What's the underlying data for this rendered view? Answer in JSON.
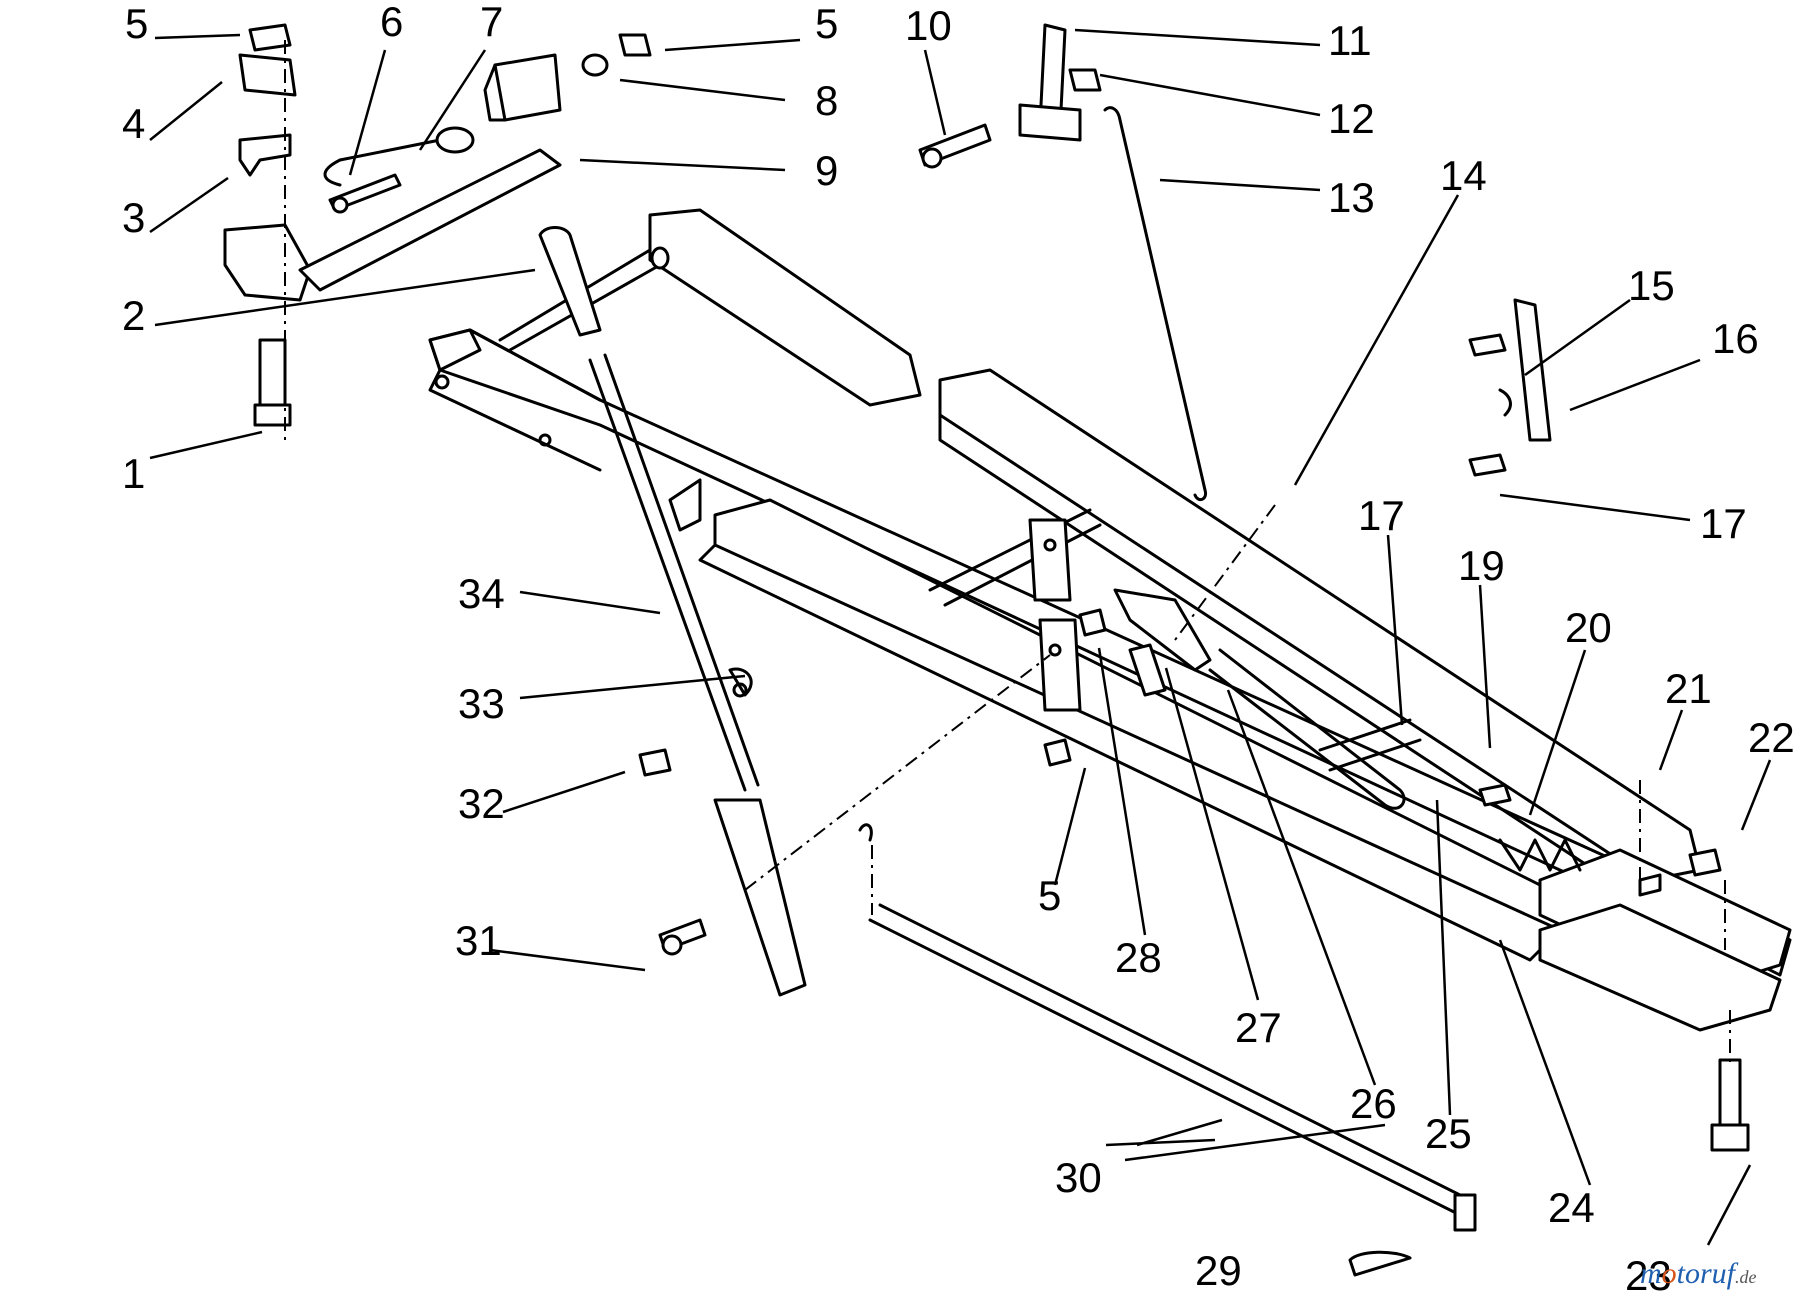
{
  "diagram": {
    "callouts": [
      {
        "id": "c1",
        "text": "1"
      },
      {
        "id": "c2",
        "text": "2"
      },
      {
        "id": "c3",
        "text": "3"
      },
      {
        "id": "c4",
        "text": "4"
      },
      {
        "id": "c5a",
        "text": "5"
      },
      {
        "id": "c5b",
        "text": "5"
      },
      {
        "id": "c5c",
        "text": "5"
      },
      {
        "id": "c6",
        "text": "6"
      },
      {
        "id": "c7",
        "text": "7"
      },
      {
        "id": "c8",
        "text": "8"
      },
      {
        "id": "c9",
        "text": "9"
      },
      {
        "id": "c10",
        "text": "10"
      },
      {
        "id": "c11",
        "text": "11"
      },
      {
        "id": "c12",
        "text": "12"
      },
      {
        "id": "c13",
        "text": "13"
      },
      {
        "id": "c14",
        "text": "14"
      },
      {
        "id": "c15",
        "text": "15"
      },
      {
        "id": "c16",
        "text": "16"
      },
      {
        "id": "c17a",
        "text": "17"
      },
      {
        "id": "c17b",
        "text": "17"
      },
      {
        "id": "c19",
        "text": "19"
      },
      {
        "id": "c20",
        "text": "20"
      },
      {
        "id": "c21",
        "text": "21"
      },
      {
        "id": "c22",
        "text": "22"
      },
      {
        "id": "c23",
        "text": "23"
      },
      {
        "id": "c24",
        "text": "24"
      },
      {
        "id": "c25",
        "text": "25"
      },
      {
        "id": "c26",
        "text": "26"
      },
      {
        "id": "c27",
        "text": "27"
      },
      {
        "id": "c28",
        "text": "28"
      },
      {
        "id": "c29",
        "text": "29"
      },
      {
        "id": "c30",
        "text": "30"
      },
      {
        "id": "c31",
        "text": "31"
      },
      {
        "id": "c32",
        "text": "32"
      },
      {
        "id": "c33",
        "text": "33"
      },
      {
        "id": "c34",
        "text": "34"
      }
    ],
    "watermark": {
      "text_a": "m",
      "text_b": "o",
      "text_c": "toruf",
      "text_d": ".de",
      "colors": {
        "m": "#1f5fb0",
        "o": "#d6541a",
        "rest": "#1f5fb0",
        "domain": "#555555"
      }
    },
    "colors": {
      "line": "#000000",
      "background": "#ffffff"
    }
  }
}
